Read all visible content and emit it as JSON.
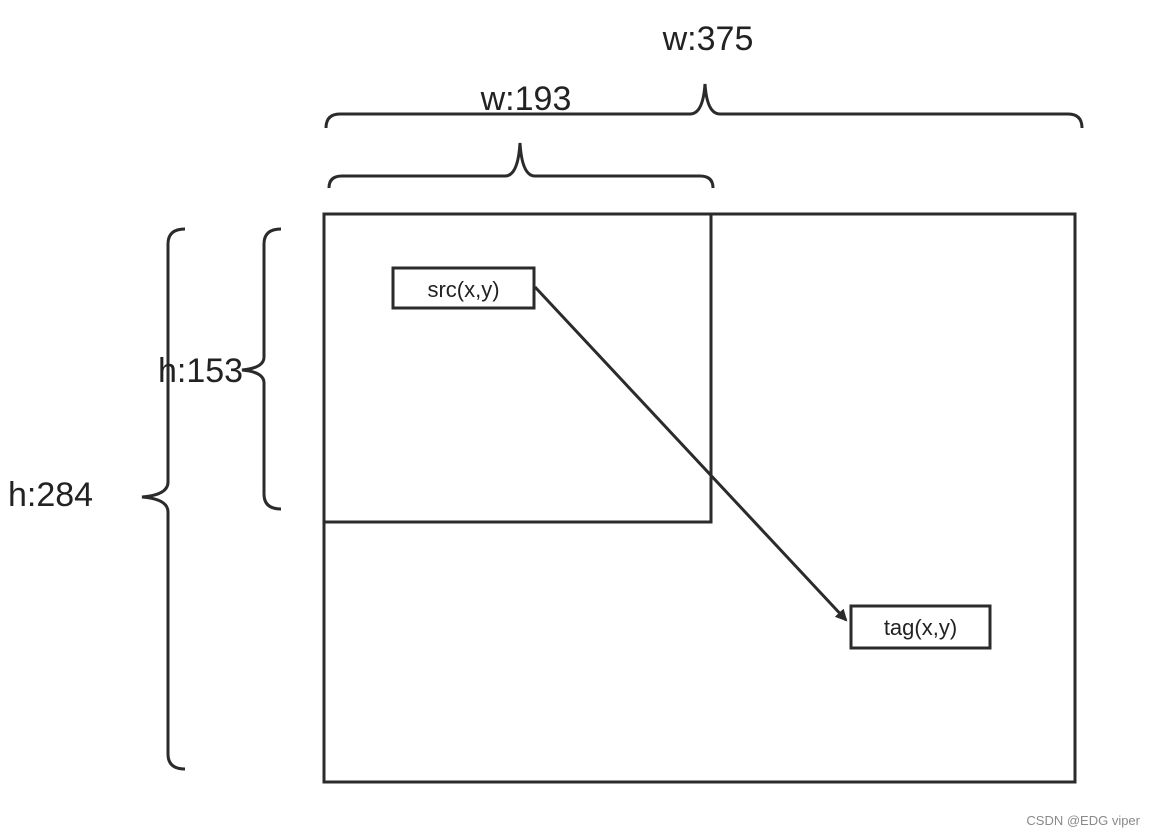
{
  "labels": {
    "outer_width": "w:375",
    "inner_width": "w:193",
    "outer_height": "h:284",
    "inner_height": "h:153",
    "source_point": "src(x,y)",
    "target_point": "tag(x,y)"
  },
  "watermark": "CSDN @EDG viper",
  "colors": {
    "stroke": "#2b2b2b",
    "text": "#222222",
    "watermark": "#8a8a8a"
  }
}
